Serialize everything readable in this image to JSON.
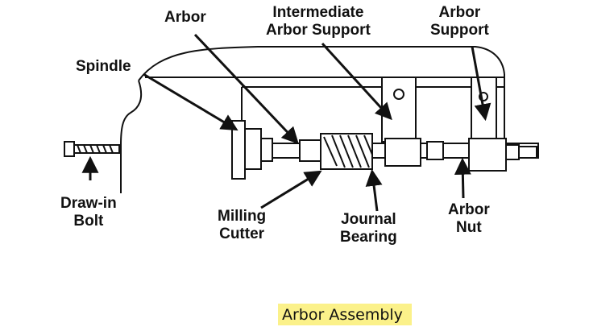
{
  "labels": {
    "arbor": "Arbor",
    "intermediate_support_line1": "Intermediate",
    "intermediate_support_line2": "Arbor Support",
    "arbor_support_line1": "Arbor",
    "arbor_support_line2": "Support",
    "spindle": "Spindle",
    "draw_in_bolt_line1": "Draw-in",
    "draw_in_bolt_line2": "Bolt",
    "milling_cutter_line1": "Milling",
    "milling_cutter_line2": "Cutter",
    "journal_bearing_line1": "Journal",
    "journal_bearing_line2": "Bearing",
    "arbor_nut_line1": "Arbor",
    "arbor_nut_line2": "Nut"
  },
  "caption": "Arbor Assembly",
  "colors": {
    "ink": "#111111",
    "caption_highlight": "#fbf18a",
    "background": "#ffffff"
  }
}
